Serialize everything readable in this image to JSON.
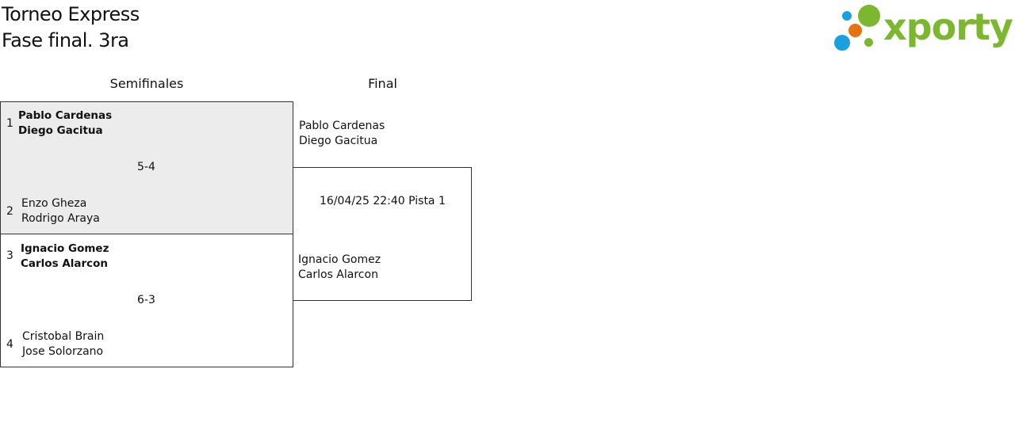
{
  "header": {
    "title": "Torneo Express",
    "subtitle": "Fase final. 3ra"
  },
  "logo": {
    "text": "xporty",
    "colors": {
      "green": "#7cb82f",
      "blue": "#1aa0e0",
      "orange": "#e5730f"
    }
  },
  "rounds": [
    {
      "label": "Semifinales"
    },
    {
      "label": "Final"
    }
  ],
  "semifinals": [
    {
      "highlight_color": "#ececec",
      "team_a": {
        "seed": "1",
        "players": [
          "Pablo Cardenas",
          "Diego Gacitua"
        ],
        "winner": true
      },
      "score": "5-4",
      "team_b": {
        "seed": "2",
        "players": [
          "Enzo Gheza",
          "Rodrigo Araya"
        ],
        "winner": false
      }
    },
    {
      "highlight_color": "#ffffff",
      "team_a": {
        "seed": "3",
        "players": [
          "Ignacio Gomez",
          "Carlos Alarcon"
        ],
        "winner": true
      },
      "score": "6-3",
      "team_b": {
        "seed": "4",
        "players": [
          "Cristobal Brain",
          "Jose Solorzano"
        ],
        "winner": false
      }
    }
  ],
  "final": {
    "team_a": {
      "players": [
        "Pablo Cardenas",
        "Diego Gacitua"
      ]
    },
    "schedule": "16/04/25 22:40 Pista 1",
    "team_b": {
      "players": [
        "Ignacio Gomez",
        "Carlos Alarcon"
      ]
    }
  }
}
